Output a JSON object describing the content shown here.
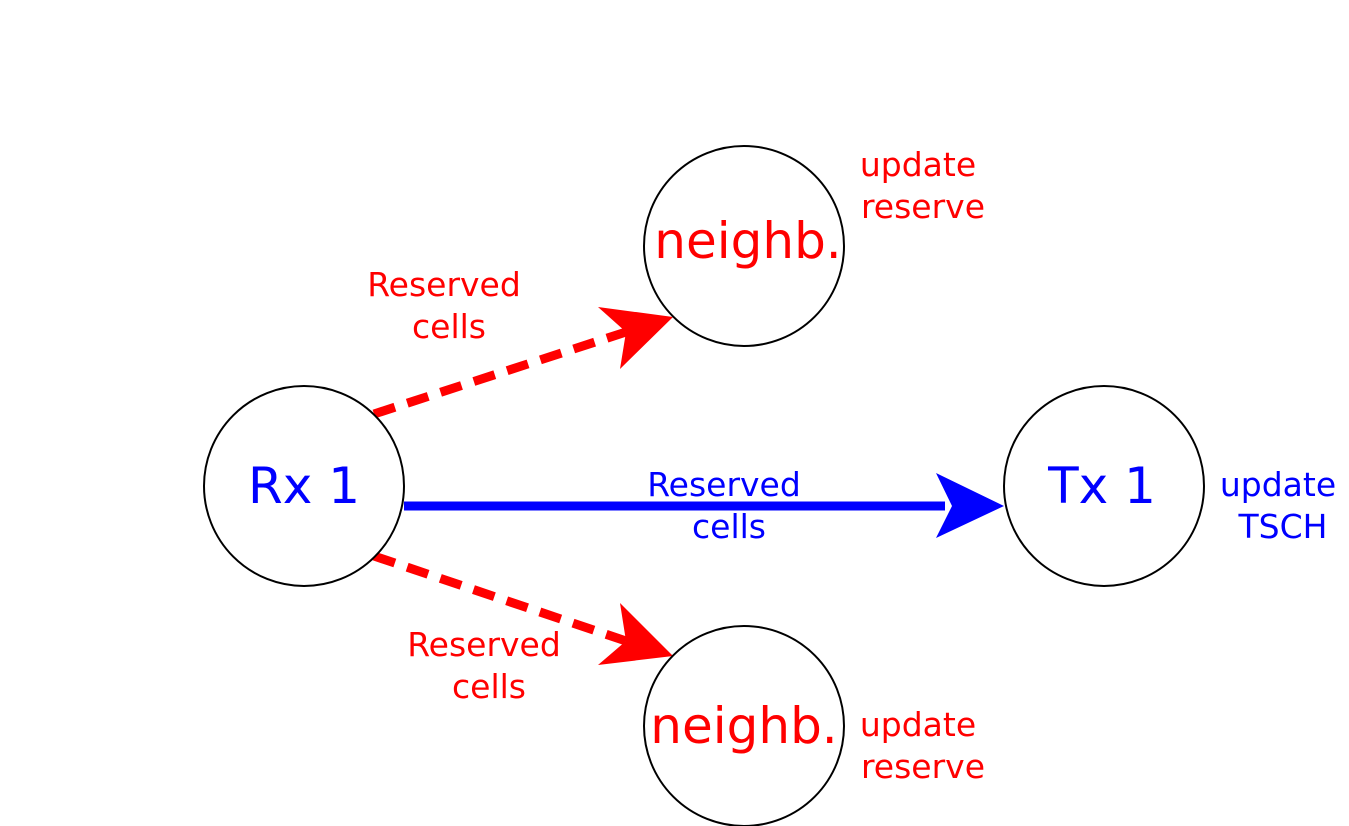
{
  "colors": {
    "red": "#ff0000",
    "blue": "#0000ff",
    "node_stroke": "#000000",
    "background": "#ffffff"
  },
  "nodes": {
    "rx": {
      "label": "Rx 1"
    },
    "tx": {
      "label": "Tx 1",
      "note_line1": "update",
      "note_line2": "TSCH"
    },
    "neighbor_top": {
      "label": "neighb.",
      "note_line1": "update",
      "note_line2": "reserve"
    },
    "neighbor_bottom": {
      "label": "neighb.",
      "note_line1": "update",
      "note_line2": "reserve"
    }
  },
  "edges": {
    "rx_to_tx": {
      "label_line1": "Reserved",
      "label_line2": "cells",
      "style": "solid"
    },
    "rx_to_neighbor_top": {
      "label_line1": "Reserved",
      "label_line2": "cells",
      "style": "dashed"
    },
    "rx_to_neighbor_bottom": {
      "label_line1": "Reserved",
      "label_line2": "cells",
      "style": "dashed"
    }
  }
}
